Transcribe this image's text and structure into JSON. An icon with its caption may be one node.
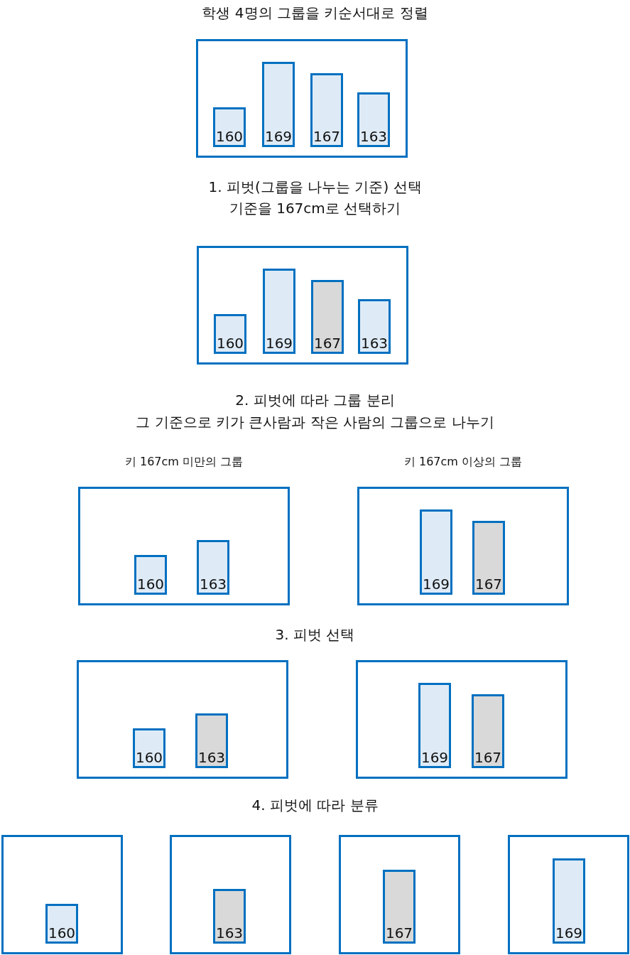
{
  "diagram": {
    "title": "학생 4명의 그룹을 키순서대로 정렬",
    "nodes": [
      {
        "text": [],
        "shape": "box"
      },
      {
        "text": [
          "160"
        ],
        "in": 0
      },
      {
        "text": [
          "169"
        ],
        "in": 0
      },
      {
        "text": [
          "167"
        ],
        "in": 0
      },
      {
        "text": [
          "163"
        ],
        "in": 0
      },
      {
        "text": [],
        "shape": "box"
      },
      {
        "text": [
          "160"
        ],
        "in": 5
      },
      {
        "text": [
          "169"
        ],
        "in": 5
      },
      {
        "text": [
          "167"
        ],
        "in": 5
      },
      {
        "text": [
          "163"
        ],
        "in": 5
      },
      {
        "text": [
          "키 167cm 미만의 그룹"
        ]
      },
      {
        "text": [
          "160"
        ],
        "in": 10
      },
      {
        "text": [
          "163"
        ],
        "in": 10
      },
      {
        "text": [
          "키 167cm 이상의 그룹"
        ]
      },
      {
        "text": [
          "169"
        ],
        "in": 13
      },
      {
        "text": [
          "167"
        ],
        "in": 13
      },
      {
        "text": [],
        "shape": "box"
      },
      {
        "text": [
          "160"
        ],
        "in": 16
      },
      {
        "text": [
          "163"
        ],
        "in": 16
      },
      {
        "text": [],
        "shape": "box"
      },
      {
        "text": [
          "169"
        ],
        "in": 19
      },
      {
        "text": [
          "167"
        ],
        "in": 19
      },
      {
        "text": [],
        "shape": "box"
      },
      {
        "text": [
          "160"
        ],
        "in": 22
      },
      {
        "text": [],
        "shape": "box"
      },
      {
        "text": [
          "163"
        ],
        "in": 24
      },
      {
        "text": [],
        "shape": "box"
      },
      {
        "text": [
          "167"
        ],
        "in": 26
      },
      {
        "text": [],
        "shape": "box"
      },
      {
        "text": [
          "169"
        ],
        "in": 28
      }
    ],
    "labels": [
      "1. 피벗(그룹을 나누는 기준) 선택",
      "기준을 167cm로 선택하기",
      "2. 피벗에 따라 그룹 분리",
      "그 기준으로 키가 큰사람과 작은 사람의 그룹으로 나누기",
      "3. 피벗 선택",
      "4. 피벗에 따라 분류"
    ]
  }
}
